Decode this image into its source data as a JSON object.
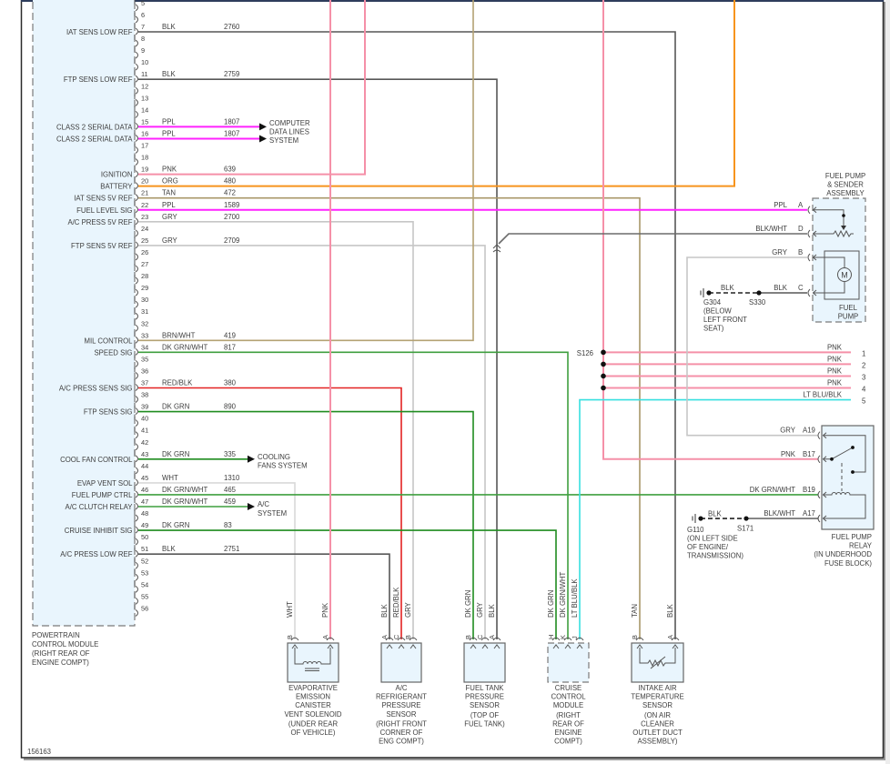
{
  "diagram_id": "156163",
  "wire_colors": {
    "BLK": "#575757",
    "BLK/WHT": "#6b6b6b",
    "PPL": "#ff22ff",
    "PNK": "#f590a8",
    "ORG": "#f7941d",
    "TAN": "#a89768",
    "GRY": "#c6c6c6",
    "BRN/WHT": "#b4a273",
    "DK GRN/WHT": "#3f9f3f",
    "DK GRN": "#1f8c1f",
    "RED/BLK": "#e32222",
    "WHT": "#d9d9d9",
    "LT BLU/BLK": "#36e0e0"
  },
  "pcm": {
    "name_lines": [
      "POWERTRAIN",
      "CONTROL MODULE",
      "(RIGHT REAR OF",
      "ENGINE COMPT)"
    ],
    "pins": [
      {
        "pin": "5"
      },
      {
        "pin": "6"
      },
      {
        "pin": "7",
        "label": "IAT SENS LOW REF",
        "wire_color": "BLK",
        "circuit": "2760"
      },
      {
        "pin": "8"
      },
      {
        "pin": "9"
      },
      {
        "pin": "10"
      },
      {
        "pin": "11",
        "label": "FTP SENS LOW REF",
        "wire_color": "BLK",
        "circuit": "2759"
      },
      {
        "pin": "12"
      },
      {
        "pin": "13"
      },
      {
        "pin": "14"
      },
      {
        "pin": "15",
        "label": "CLASS 2 SERIAL DATA",
        "wire_color": "PPL",
        "circuit": "1807"
      },
      {
        "pin": "16",
        "label": "CLASS 2 SERIAL DATA",
        "wire_color": "PPL",
        "circuit": "1807"
      },
      {
        "pin": "17"
      },
      {
        "pin": "18"
      },
      {
        "pin": "19",
        "label": "IGNITION",
        "wire_color": "PNK",
        "circuit": "639"
      },
      {
        "pin": "20",
        "label": "BATTERY",
        "wire_color": "ORG",
        "circuit": "480"
      },
      {
        "pin": "21",
        "label": "IAT SENS 5V REF",
        "wire_color": "TAN",
        "circuit": "472"
      },
      {
        "pin": "22",
        "label": "FUEL LEVEL SIG",
        "wire_color": "PPL",
        "circuit": "1589"
      },
      {
        "pin": "23",
        "label": "A/C PRESS 5V REF",
        "wire_color": "GRY",
        "circuit": "2700"
      },
      {
        "pin": "24"
      },
      {
        "pin": "25",
        "label": "FTP SENS 5V REF",
        "wire_color": "GRY",
        "circuit": "2709"
      },
      {
        "pin": "26"
      },
      {
        "pin": "27"
      },
      {
        "pin": "28"
      },
      {
        "pin": "29"
      },
      {
        "pin": "30"
      },
      {
        "pin": "31"
      },
      {
        "pin": "32"
      },
      {
        "pin": "33",
        "label": "MIL CONTROL",
        "wire_color": "BRN/WHT",
        "circuit": "419"
      },
      {
        "pin": "34",
        "label": "SPEED SIG",
        "wire_color": "DK GRN/WHT",
        "circuit": "817"
      },
      {
        "pin": "35"
      },
      {
        "pin": "36"
      },
      {
        "pin": "37",
        "label": "A/C PRESS SENS SIG",
        "wire_color": "RED/BLK",
        "circuit": "380"
      },
      {
        "pin": "38"
      },
      {
        "pin": "39",
        "label": "FTP SENS SIG",
        "wire_color": "DK GRN",
        "circuit": "890"
      },
      {
        "pin": "40"
      },
      {
        "pin": "41"
      },
      {
        "pin": "42"
      },
      {
        "pin": "43",
        "label": "COOL FAN CONTROL",
        "wire_color": "DK GRN",
        "circuit": "335"
      },
      {
        "pin": "44"
      },
      {
        "pin": "45",
        "label": "EVAP VENT SOL",
        "wire_color": "WHT",
        "circuit": "1310"
      },
      {
        "pin": "46",
        "label": "FUEL PUMP CTRL",
        "wire_color": "DK GRN/WHT",
        "circuit": "465"
      },
      {
        "pin": "47",
        "label": "A/C CLUTCH RELAY",
        "wire_color": "DK GRN/WHT",
        "circuit": "459"
      },
      {
        "pin": "48"
      },
      {
        "pin": "49",
        "label": "CRUISE INHIBIT SIG",
        "wire_color": "DK GRN",
        "circuit": "83"
      },
      {
        "pin": "50"
      },
      {
        "pin": "51",
        "label": "A/C PRESS LOW REF",
        "wire_color": "BLK",
        "circuit": "2751"
      },
      {
        "pin": "52"
      },
      {
        "pin": "53"
      },
      {
        "pin": "54"
      },
      {
        "pin": "55"
      },
      {
        "pin": "56"
      }
    ]
  },
  "external_systems": {
    "data_lines": [
      "COMPUTER",
      "DATA LINES",
      "SYSTEM"
    ],
    "cooling_fans": [
      "COOLING",
      "FANS SYSTEM"
    ],
    "ac_system": [
      "A/C",
      "SYSTEM"
    ]
  },
  "components": [
    {
      "id": "evap-vent-solenoid",
      "name_lines": [
        "EVAPORATIVE",
        "EMISSION",
        "CANISTER",
        "VENT SOLENOID"
      ],
      "location_lines": [
        "(UNDER REAR",
        "OF VEHICLE)"
      ],
      "pins": [
        {
          "pin": "B",
          "wire": "WHT"
        },
        {
          "pin": "A",
          "wire": "PNK"
        }
      ]
    },
    {
      "id": "ac-refrigerant-pressure-sensor",
      "name_lines": [
        "A/C",
        "REFRIGERANT",
        "PRESSURE",
        "SENSOR"
      ],
      "location_lines": [
        "(RIGHT FRONT",
        "CORNER OF",
        "ENG COMPT)"
      ],
      "pins": [
        {
          "pin": "A",
          "wire": "BLK"
        },
        {
          "pin": "C",
          "wire": "RED/BLK"
        },
        {
          "pin": "B",
          "wire": "GRY"
        }
      ]
    },
    {
      "id": "fuel-tank-pressure-sensor",
      "name_lines": [
        "FUEL TANK",
        "PRESSURE",
        "SENSOR"
      ],
      "location_lines": [
        "(TOP OF",
        "FUEL TANK)"
      ],
      "pins": [
        {
          "pin": "B",
          "wire": "DK GRN"
        },
        {
          "pin": "C",
          "wire": "GRY"
        },
        {
          "pin": "A",
          "wire": "BLK"
        }
      ]
    },
    {
      "id": "cruise-control-module",
      "name_lines": [
        "CRUISE",
        "CONTROL",
        "MODULE"
      ],
      "location_lines": [
        "(RIGHT",
        "REAR OF",
        "ENGINE",
        "COMPT)"
      ],
      "pins": [
        {
          "pin": "H",
          "wire": "DK GRN"
        },
        {
          "pin": "K",
          "wire": "DK GRN/WHT"
        },
        {
          "pin": "J",
          "wire": "LT BLU/BLK"
        }
      ]
    },
    {
      "id": "intake-air-temperature-sensor",
      "name_lines": [
        "INTAKE AIR",
        "TEMPERATURE",
        "SENSOR"
      ],
      "location_lines": [
        "(ON AIR",
        "CLEANER",
        "OUTLET DUCT",
        "ASSEMBLY)"
      ],
      "pins": [
        {
          "pin": "B",
          "wire": "TAN"
        },
        {
          "pin": "A",
          "wire": "BLK"
        }
      ]
    }
  ],
  "fuel_pump_sender": {
    "title_lines": [
      "FUEL PUMP",
      "& SENDER",
      "ASSEMBLY"
    ],
    "pump_label_lines": [
      "FUEL",
      "PUMP"
    ],
    "motor_symbol": "M",
    "pins": [
      {
        "pin": "A",
        "wire": "PPL"
      },
      {
        "pin": "D",
        "wire": "BLK/WHT"
      },
      {
        "pin": "B",
        "wire": "GRY"
      },
      {
        "pin": "C",
        "wire": "BLK"
      }
    ]
  },
  "ground_g304": {
    "id": "G304",
    "location_lines": [
      "(BELOW",
      "LEFT FRONT",
      "SEAT)"
    ],
    "wire": "BLK"
  },
  "splice_s330": "S330",
  "fuel_pump_relay": {
    "name_lines": [
      "FUEL PUMP",
      "RELAY",
      "(IN UNDERHOOD",
      "FUSE BLOCK)"
    ],
    "pins": [
      {
        "pin": "A19",
        "wire": "GRY"
      },
      {
        "pin": "B17",
        "wire": "PNK"
      },
      {
        "pin": "B19",
        "wire": "DK GRN/WHT"
      },
      {
        "pin": "A17",
        "wire": "BLK/WHT"
      }
    ]
  },
  "ground_g110": {
    "id": "G110",
    "location_lines": [
      "(ON LEFT SIDE",
      "OF ENGINE/",
      "TRANSMISSION)"
    ],
    "wire": "BLK"
  },
  "splice_s171": "S171",
  "splice_s126": {
    "id": "S126",
    "harness_refs": [
      {
        "wire": "PNK",
        "ref": "1"
      },
      {
        "wire": "PNK",
        "ref": "2"
      },
      {
        "wire": "PNK",
        "ref": "3"
      },
      {
        "wire": "PNK",
        "ref": "4"
      },
      {
        "wire": "LT BLU/BLK",
        "ref": "5"
      }
    ]
  }
}
